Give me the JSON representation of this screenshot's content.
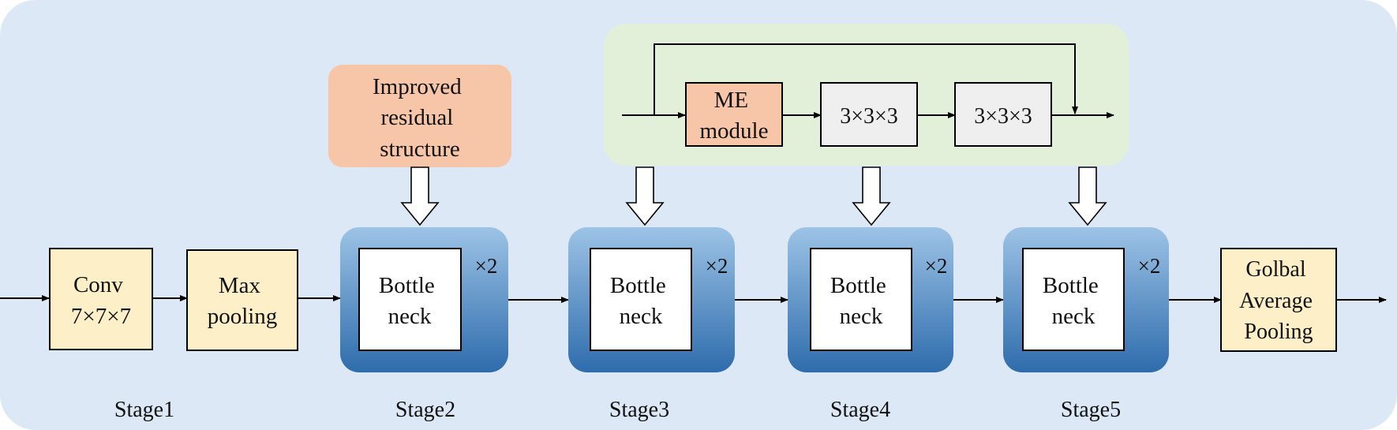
{
  "colors": {
    "background": "#dce8f5",
    "yellow_box": "#fdf0c8",
    "orange_box": "#f7c6a8",
    "green_panel": "#e2efd9",
    "gray_box": "#efefef",
    "blue_top": "#9dc3e6",
    "blue_bottom": "#2e6cac",
    "white": "#ffffff",
    "line": "#000000"
  },
  "blocks": {
    "conv": {
      "lines": [
        "Conv",
        "7×7×7"
      ]
    },
    "maxpool": {
      "lines": [
        "Max",
        "pooling"
      ]
    },
    "gap": {
      "lines": [
        "Golbal",
        "Average",
        "Pooling"
      ]
    }
  },
  "bottleneck": {
    "lines": [
      "Bottle",
      "neck"
    ],
    "repeat": "×2"
  },
  "improved": {
    "lines": [
      "Improved",
      "residual",
      "structure"
    ]
  },
  "me_panel": {
    "me_module": {
      "lines": [
        "ME",
        "module"
      ]
    },
    "conv3_a": "3×3×3",
    "conv3_b": "3×3×3"
  },
  "stages": [
    "Stage1",
    "Stage2",
    "Stage3",
    "Stage4",
    "Stage5"
  ]
}
